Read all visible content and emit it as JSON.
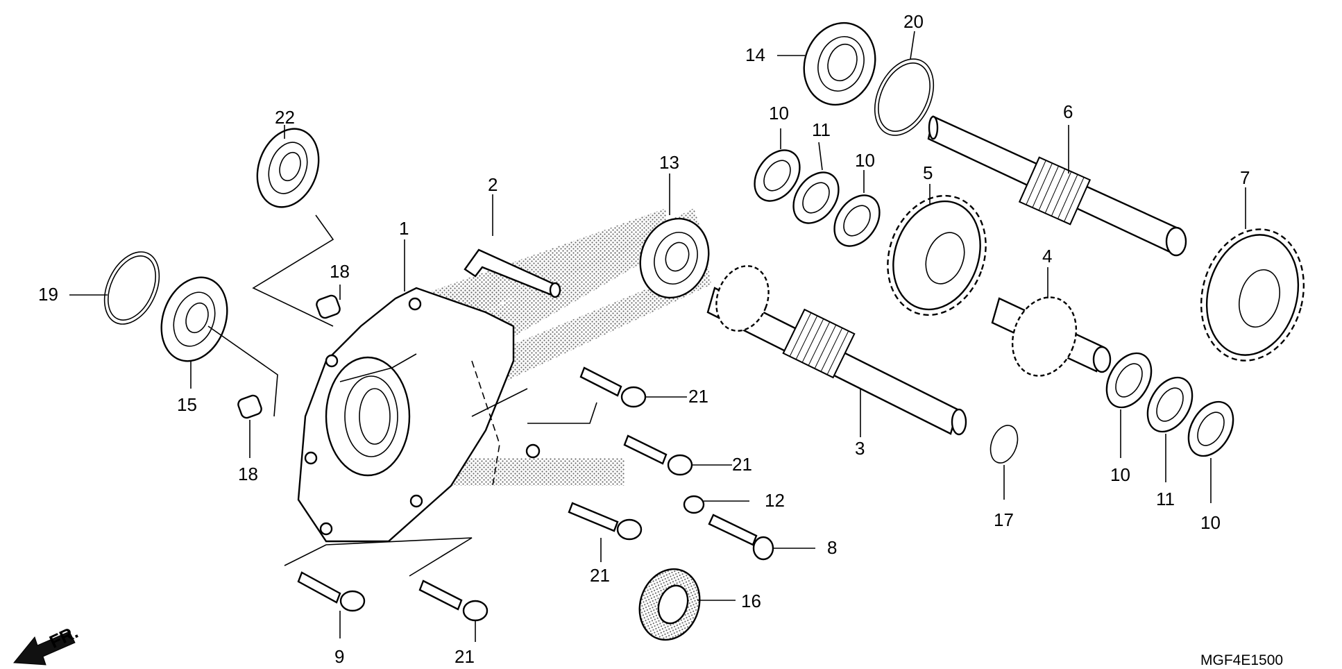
{
  "diagram": {
    "code": "MGF4E1500",
    "front_indicator": "FR.",
    "labels": {
      "l1": "1",
      "l2": "2",
      "l3": "3",
      "l4": "4",
      "l5": "5",
      "l6": "6",
      "l7": "7",
      "l8": "8",
      "l9": "9",
      "l10a": "10",
      "l10b": "10",
      "l10c": "10",
      "l10d": "10",
      "l11a": "11",
      "l11b": "11",
      "l12": "12",
      "l13": "13",
      "l14": "14",
      "l15": "15",
      "l16": "16",
      "l17": "17",
      "l18a": "18",
      "l18b": "18",
      "l19": "19",
      "l20": "20",
      "l21a": "21",
      "l21b": "21",
      "l21c": "21",
      "l21d": "21",
      "l22": "22"
    }
  }
}
